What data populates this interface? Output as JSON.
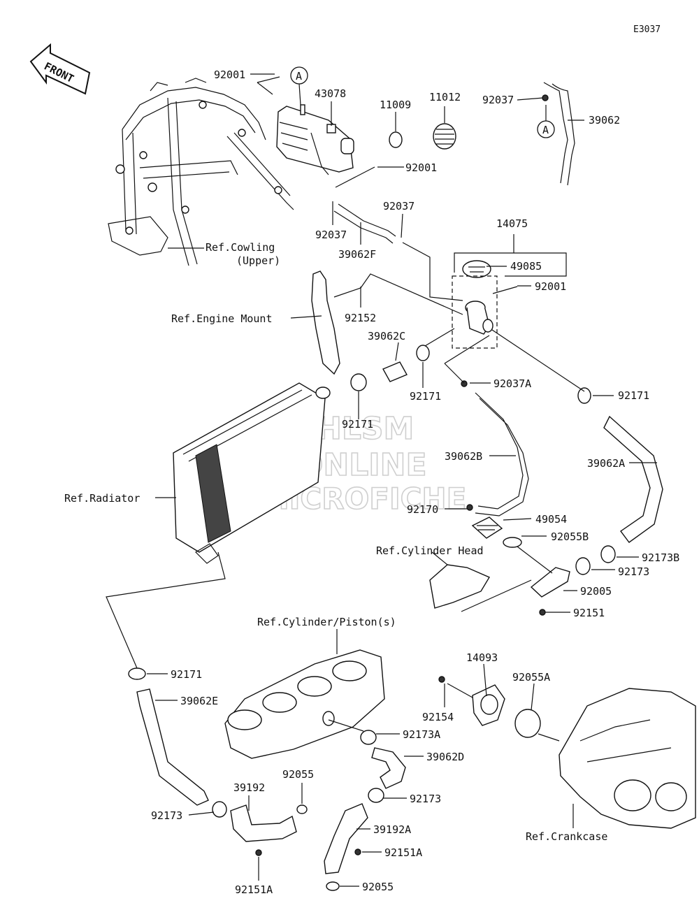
{
  "diagram_code": "E3037",
  "front_arrow": "FRONT",
  "circle_marker": "A",
  "watermark": [
    "HLSM",
    "ONLINE",
    "MICROFICHE"
  ],
  "refs": {
    "cowling_1": "Ref.Cowling",
    "cowling_2": "(Upper)",
    "engine_mount": "Ref.Engine Mount",
    "radiator": "Ref.Radiator",
    "cylinder_head": "Ref.Cylinder Head",
    "cylinder_piston": "Ref.Cylinder/Piston(s)",
    "crankcase": "Ref.Crankcase"
  },
  "part_labels": {
    "p92001_top": "92001",
    "p43078": "43078",
    "p11009": "11009",
    "p11012": "11012",
    "p92037_top": "92037",
    "p39062": "39062",
    "p92001_mid": "92001",
    "p92037_right": "92037",
    "p92037_left": "92037",
    "p39062F": "39062F",
    "p14075": "14075",
    "p49085": "49085",
    "p92001_low": "92001",
    "p92152": "92152",
    "p39062C": "39062C",
    "p92171_a": "92171",
    "p92037A": "92037A",
    "p92171_b": "92171",
    "p92171_c": "92171",
    "p39062B": "39062B",
    "p39062A": "39062A",
    "p92170": "92170",
    "p49054": "49054",
    "p92055B": "92055B",
    "p92173B": "92173B",
    "p92173_a": "92173",
    "p92005": "92005",
    "p92151": "92151",
    "p14093": "14093",
    "p92055A": "92055A",
    "p92154": "92154",
    "p92171_d": "92171",
    "p39062E": "39062E",
    "p92173A": "92173A",
    "p39062D": "39062D",
    "p92055_a": "92055",
    "p39192": "39192",
    "p92173_b": "92173",
    "p92173_c": "92173",
    "p39192A": "39192A",
    "p92151A_a": "92151A",
    "p92151A_b": "92151A",
    "p92055_b": "92055"
  }
}
